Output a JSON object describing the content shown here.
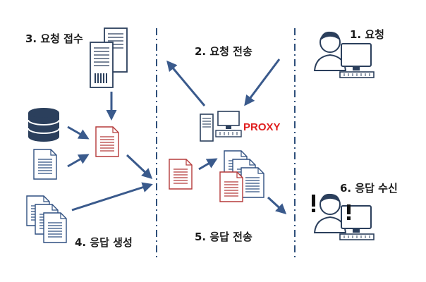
{
  "steps": {
    "step1": "1. 요청",
    "step2": "2. 요청 전송",
    "step3": "3. 요청 접수",
    "step4": "4. 응답 생성",
    "step5": "5. 응답 전송",
    "step6": "6. 응답 수신"
  },
  "proxy_label": "PROXY",
  "colors": {
    "arrow": "#3a5a8c",
    "divider": "#2e4f7a",
    "doc_blue": "#2f4f80",
    "doc_red": "#b53a3a",
    "proxy_text": "#e02020",
    "alert": "#111111"
  },
  "icons": [
    "server-icon",
    "database-icon",
    "document-icon",
    "proxy-computer-icon",
    "user-computer-icon",
    "alert-icon"
  ]
}
